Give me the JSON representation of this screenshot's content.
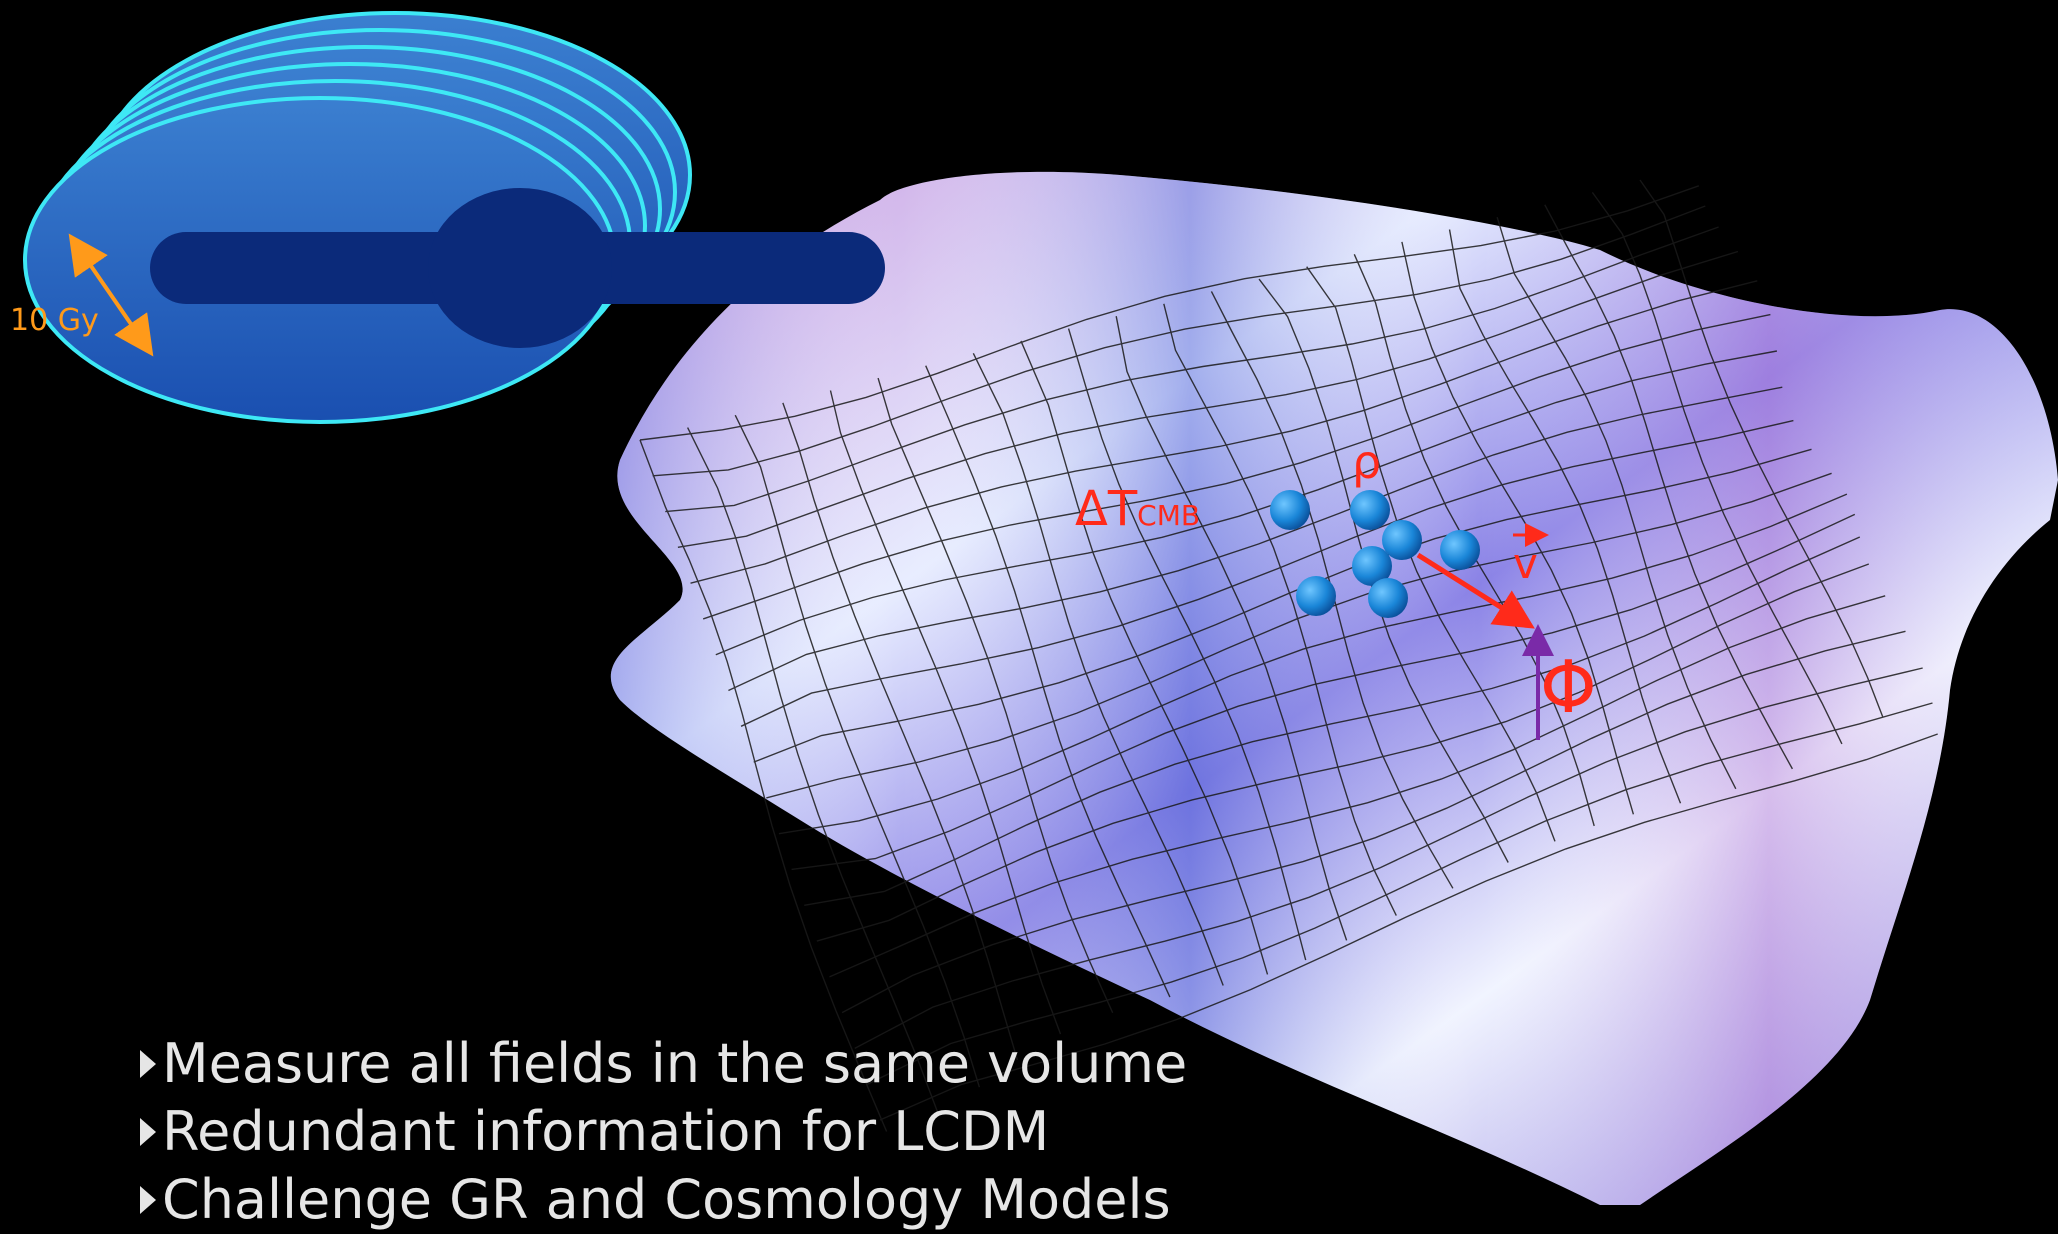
{
  "timeline": {
    "label": "10 Gy"
  },
  "fields": {
    "density": "ρ",
    "cmb_delta": "ΔT",
    "cmb_sub": "CMB",
    "velocity": "v",
    "potential": "Φ"
  },
  "bullets": [
    "Measure all fields in the same volume",
    "Redundant information for LCDM",
    "Challenge GR and Cosmology Models"
  ],
  "colors": {
    "background": "#000000",
    "ellipse_edge": "#3ee8f5",
    "ellipse_fill": "#2f6fc8",
    "galaxy_bar": "#0b2a7a",
    "annotation_red": "#ff2a1a",
    "arrow_orange": "#ff9a1a",
    "potential_arrow": "#7a2aa8",
    "sphere_blue": "#1a86d8"
  }
}
